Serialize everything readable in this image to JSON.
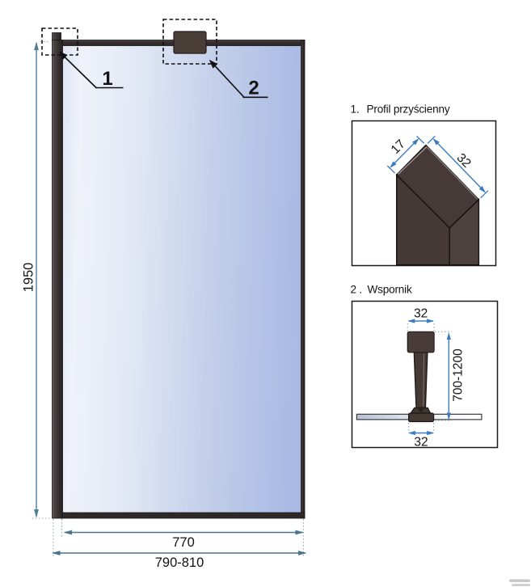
{
  "main_drawing": {
    "callouts": {
      "c1": "1",
      "c2": "2"
    },
    "dim_height": "1950",
    "dim_glass_width": "770",
    "dim_total_width": "790-810"
  },
  "detail_profile": {
    "title_no": "1.",
    "title": "Profil przyścienny",
    "dim_short": "17",
    "dim_long": "32"
  },
  "detail_bracket": {
    "title_no": "2 .",
    "title": "Wspornik",
    "dim_top": "32",
    "dim_length": "700-1200",
    "dim_bottom": "32"
  },
  "colors": {
    "frame": "#332b2c",
    "bracket": "#4a3e39",
    "glass_light": "#f0f3fa",
    "glass_blue": "#adbde6",
    "dim_main": "#527d99",
    "dim_detail": "#3b7cc0"
  }
}
